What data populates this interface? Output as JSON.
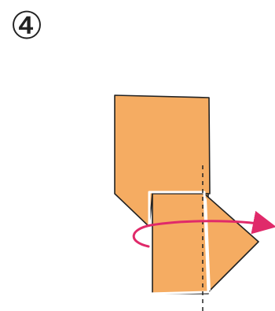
{
  "step": {
    "label": "④"
  },
  "diagram": {
    "paper_color": "#f5ac62",
    "outline_color": "#222222",
    "highlight_color": "#ffffff",
    "arrow_color": "#e02a6a",
    "fold_line_style": "dashed",
    "action": "fold-right-flap-back"
  }
}
